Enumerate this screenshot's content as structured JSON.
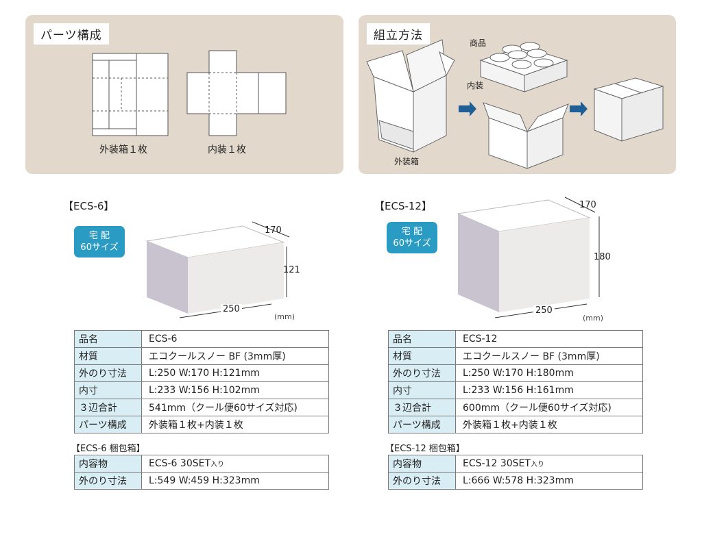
{
  "parts_panel": {
    "title": "パーツ構成",
    "outer_caption": "外装箱１枚",
    "inner_caption": "内装１枚"
  },
  "assembly_panel": {
    "title": "組立方法",
    "label_product": "商品",
    "label_inner": "内装",
    "label_outer": "外装箱"
  },
  "products": [
    {
      "title": "【ECS-6】",
      "badge": [
        "宅 配",
        "60サイズ"
      ],
      "dims": {
        "depth": "170",
        "height": "121",
        "width": "250",
        "unit": "(mm)"
      },
      "spec": [
        {
          "key": "品名",
          "value": "ECS-6"
        },
        {
          "key": "材質",
          "value": "エコクールスノー BF (3mm厚)"
        },
        {
          "key": "外のり寸法",
          "value": "L:250  W:170  H:121mm"
        },
        {
          "key": "内寸",
          "value": "L:233  W:156   H:102mm"
        },
        {
          "key": "３辺合計",
          "value": "541mm（クール便60サイズ対応)"
        },
        {
          "key": "パーツ構成",
          "value": "外装箱１枚+内装１枚"
        }
      ],
      "pack_title": "【ECS-6 梱包箱】",
      "pack": [
        {
          "key": "内容物",
          "value": "ECS-6  30SET",
          "suffix": "入り"
        },
        {
          "key": "外のり寸法",
          "value": "L:549  W:459  H:323mm",
          "suffix": ""
        }
      ]
    },
    {
      "title": "【ECS-12】",
      "badge": [
        "宅 配",
        "60サイズ"
      ],
      "dims": {
        "depth": "170",
        "height": "180",
        "width": "250",
        "unit": "(mm)"
      },
      "spec": [
        {
          "key": "品名",
          "value": "ECS-12"
        },
        {
          "key": "材質",
          "value": "エコクールスノー BF (3mm厚)"
        },
        {
          "key": "外のり寸法",
          "value": "L:250  W:170  H:180mm"
        },
        {
          "key": "内寸",
          "value": "L:233  W:156   H:161mm"
        },
        {
          "key": "３辺合計",
          "value": "600mm（クール便60サイズ対応)"
        },
        {
          "key": "パーツ構成",
          "value": "外装箱１枚+内装１枚"
        }
      ],
      "pack_title": "【ECS-12 梱包箱】",
      "pack": [
        {
          "key": "内容物",
          "value": "ECS-12  30SET",
          "suffix": "入り"
        },
        {
          "key": "外のり寸法",
          "value": "L:666  W:578  H:323mm",
          "suffix": ""
        }
      ]
    }
  ],
  "colors": {
    "panel_bg": "#e2d8cc",
    "badge_bg": "#2a9bc3",
    "key_cell_bg": "#d9edf4",
    "arrow": "#1f5f95",
    "box_side": "#c9c2cf",
    "box_front": "#ecebea"
  }
}
